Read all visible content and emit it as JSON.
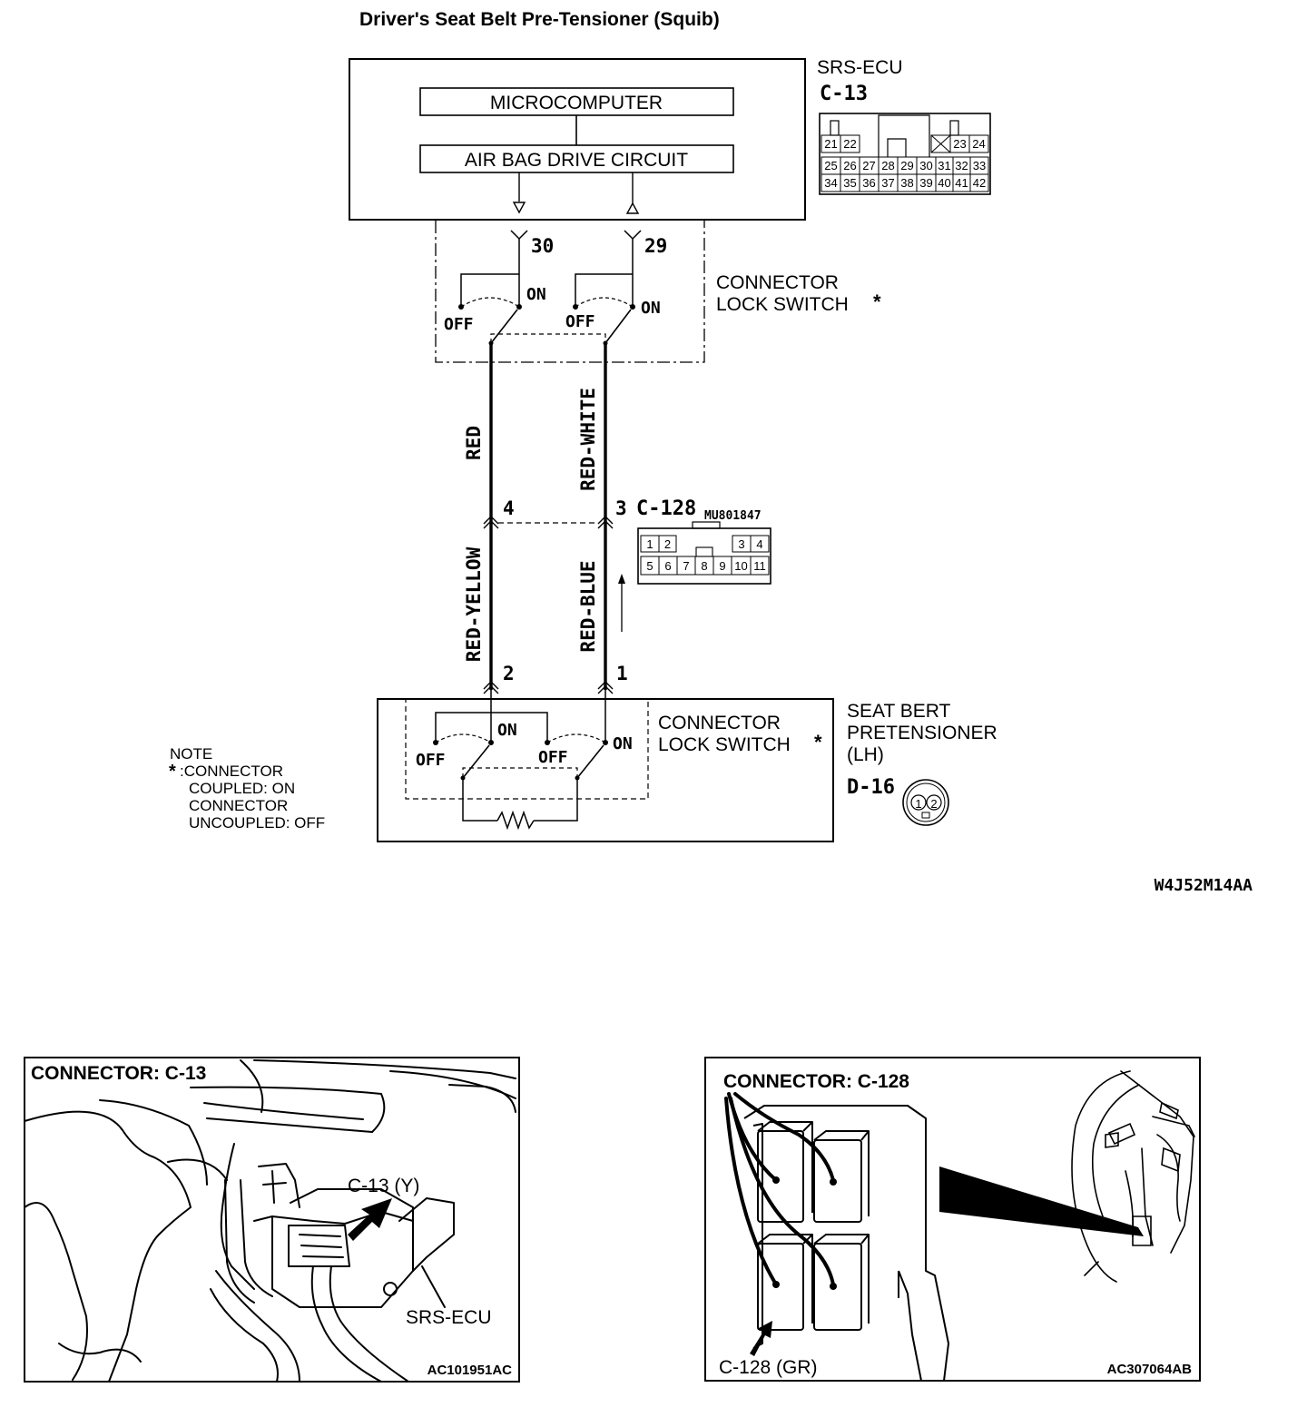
{
  "title": "Driver's Seat Belt Pre-Tensioner (Squib)",
  "ecu": {
    "micro_label": "MICROCOMPUTER",
    "drive_label": "AIR BAG DRIVE CIRCUIT",
    "name": "SRS-ECU",
    "connector_id": "C-13",
    "pins_row1": [
      "21",
      "22",
      "23",
      "24"
    ],
    "pins_row2": [
      "25",
      "26",
      "27",
      "28",
      "29",
      "30",
      "31",
      "32",
      "33"
    ],
    "pins_row3": [
      "34",
      "35",
      "36",
      "37",
      "38",
      "39",
      "40",
      "41",
      "42"
    ],
    "terminal_left": "30",
    "terminal_right": "29"
  },
  "lock_switch_upper": {
    "line1": "CONNECTOR",
    "line2": "LOCK SWITCH",
    "star": "*",
    "on": "ON",
    "off": "OFF"
  },
  "wires": {
    "left_upper": "RED",
    "right_upper": "RED-WHITE",
    "left_lower": "RED-YELLOW",
    "right_lower": "RED-BLUE"
  },
  "c128": {
    "pin_left_upper": "4",
    "pin_right_upper": "3",
    "id": "C-128",
    "part_number": "MU801847",
    "pins_top": [
      "1",
      "2",
      "3",
      "4"
    ],
    "pins_bottom": [
      "5",
      "6",
      "7",
      "8",
      "9",
      "10",
      "11"
    ],
    "pin_left_lower": "2",
    "pin_right_lower": "1"
  },
  "lock_switch_lower": {
    "line1": "CONNECTOR",
    "line2": "LOCK SWITCH",
    "star": "*",
    "on": "ON",
    "off": "OFF"
  },
  "pretensioner": {
    "line1": "SEAT BERT",
    "line2": "PRETENSIONER",
    "line3": "(LH)",
    "connector_id": "D-16",
    "pins": [
      "1",
      "2"
    ]
  },
  "note": {
    "line1": "NOTE",
    "star": "*",
    "line2": ":CONNECTOR",
    "line3": "COUPLED: ON",
    "line4": "CONNECTOR",
    "line5": "UNCOUPLED: OFF"
  },
  "diagram_code": "W4J52M14AA",
  "panel_left": {
    "title": "CONNECTOR: C-13",
    "callout": "C-13 (Y)",
    "ecu_label": "SRS-ECU",
    "code": "AC101951AC"
  },
  "panel_right": {
    "title": "CONNECTOR: C-128",
    "callout": "C-128 (GR)",
    "code": "AC307064AB"
  }
}
